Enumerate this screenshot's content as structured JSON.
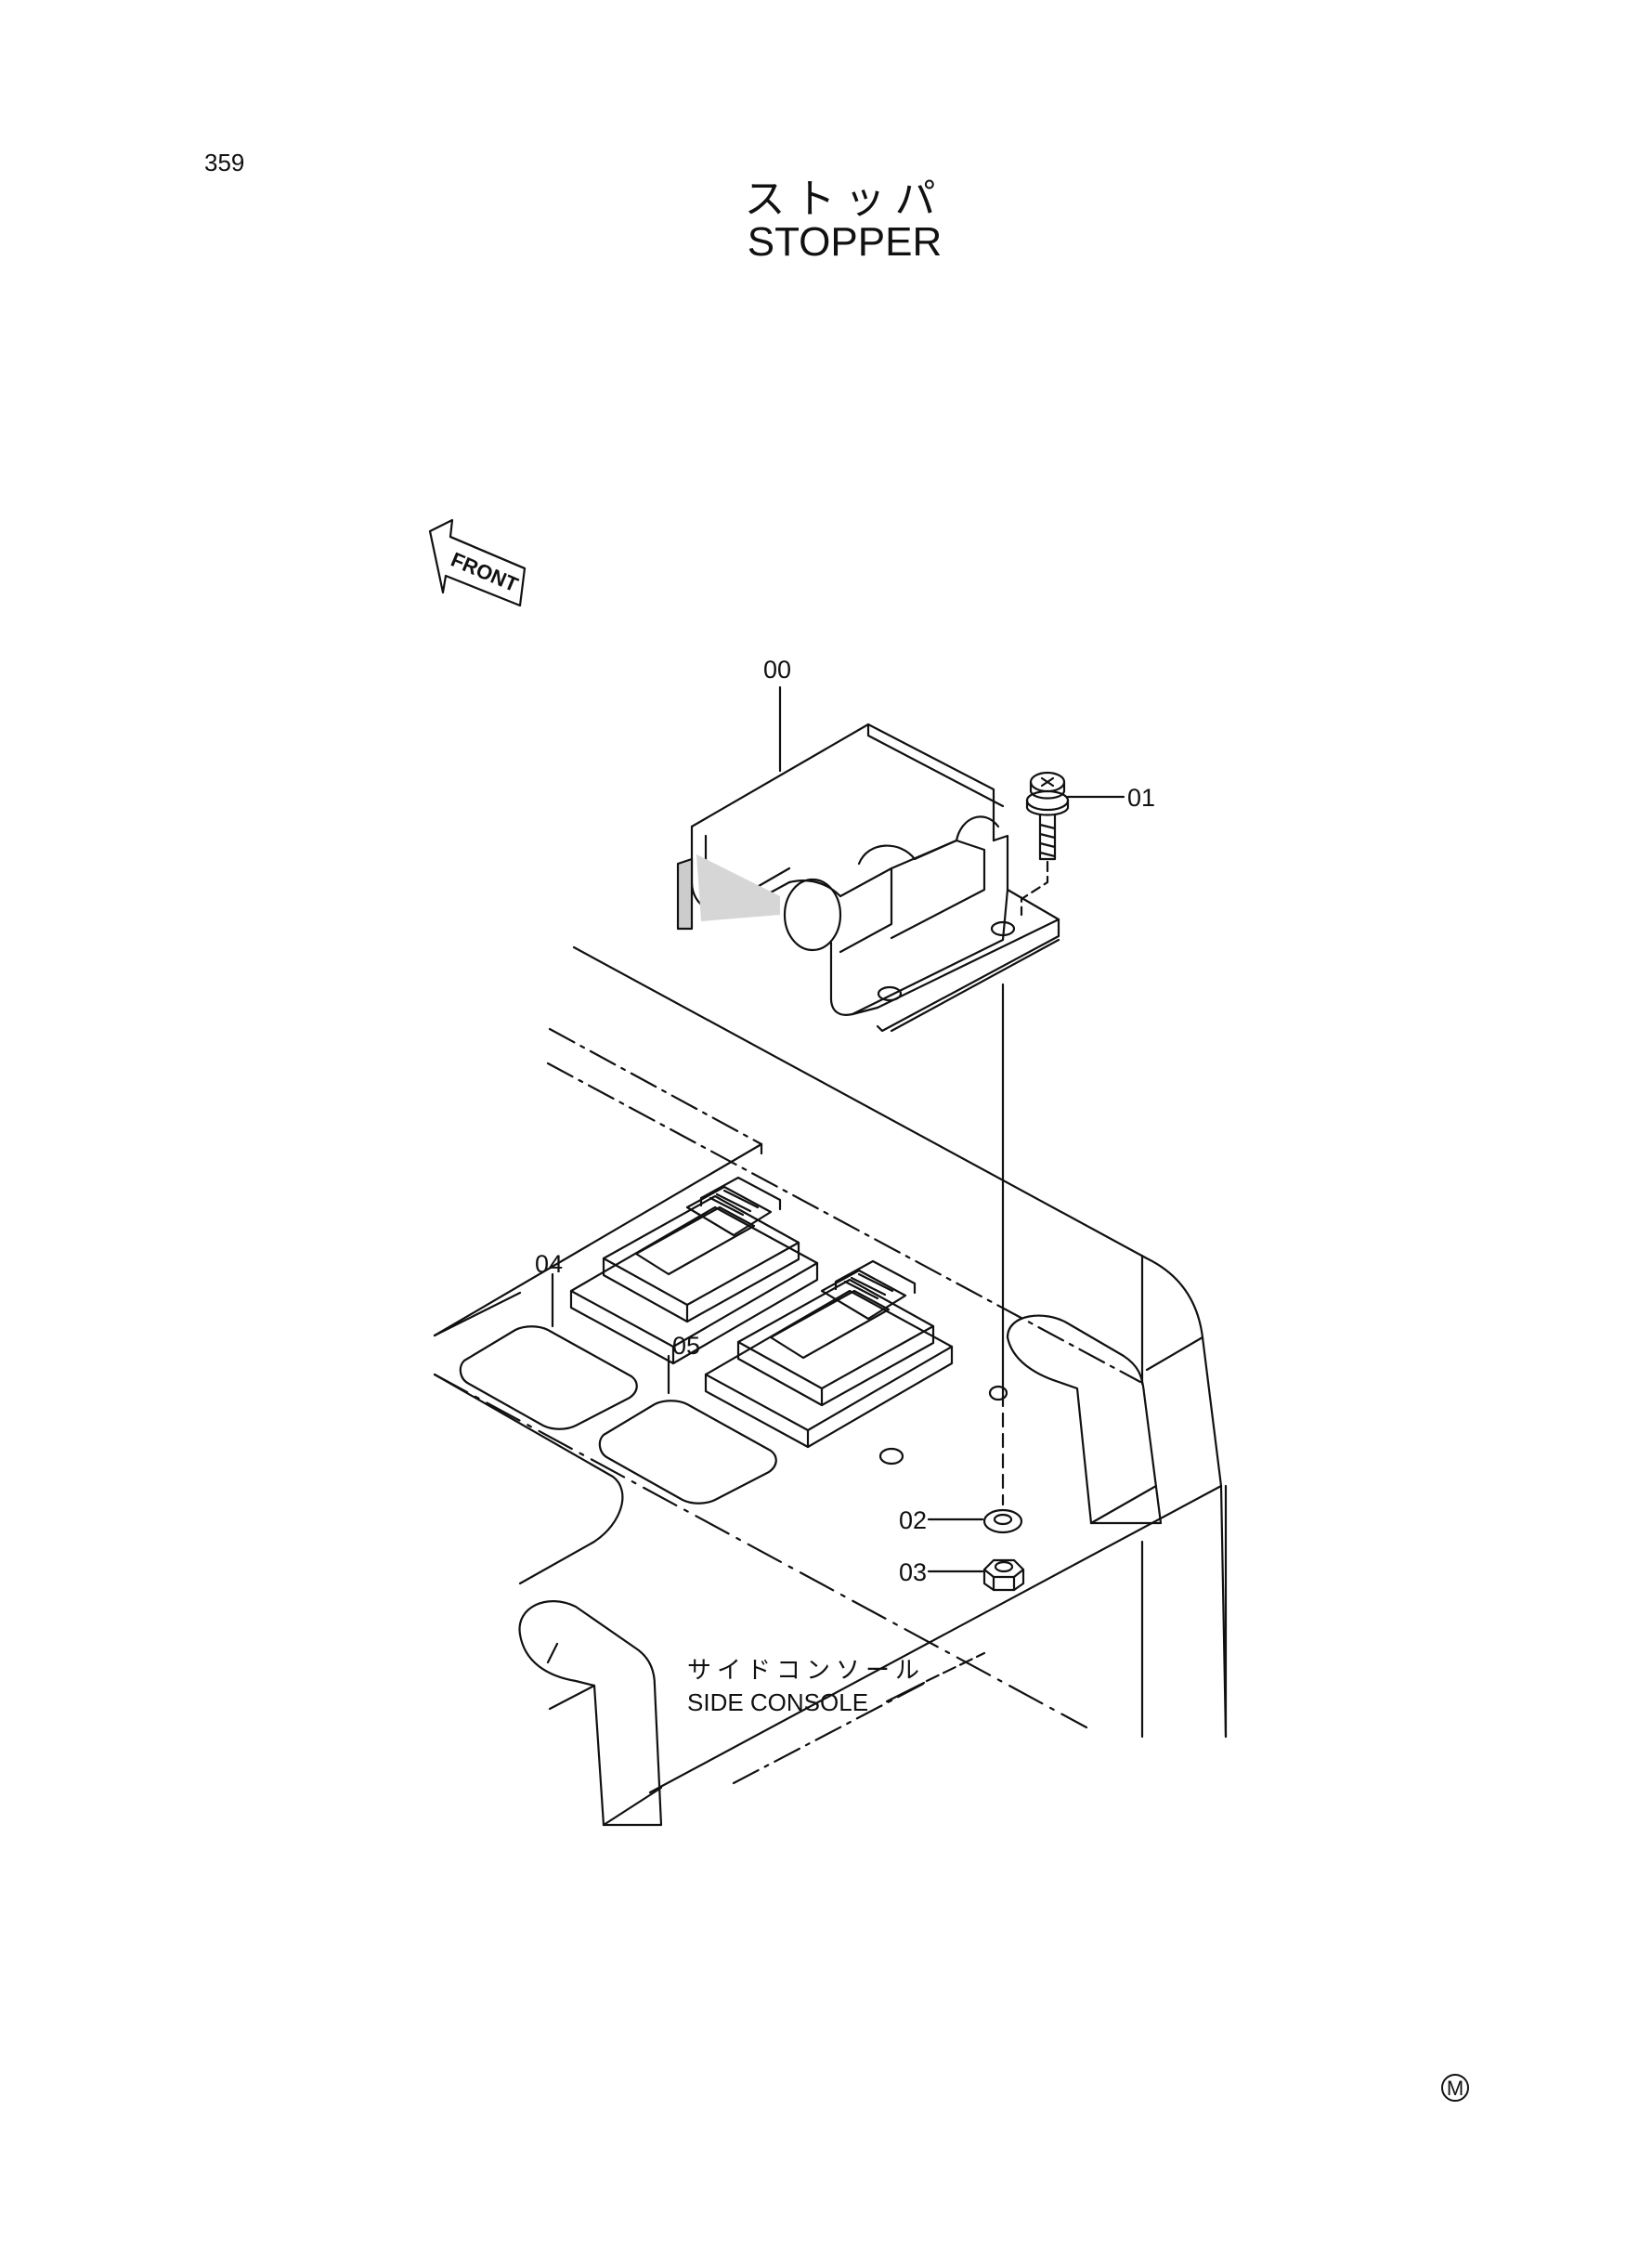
{
  "page": {
    "number": "359"
  },
  "title": {
    "jp": "ストッパ",
    "en": "STOPPER"
  },
  "front_arrow": {
    "label": "FRONT"
  },
  "callouts": [
    "00",
    "01",
    "02",
    "03",
    "04",
    "05"
  ],
  "assembly": {
    "label_jp": "サイドコンソール",
    "label_en": "SIDE CONSOLE"
  },
  "footer_mark": "M"
}
